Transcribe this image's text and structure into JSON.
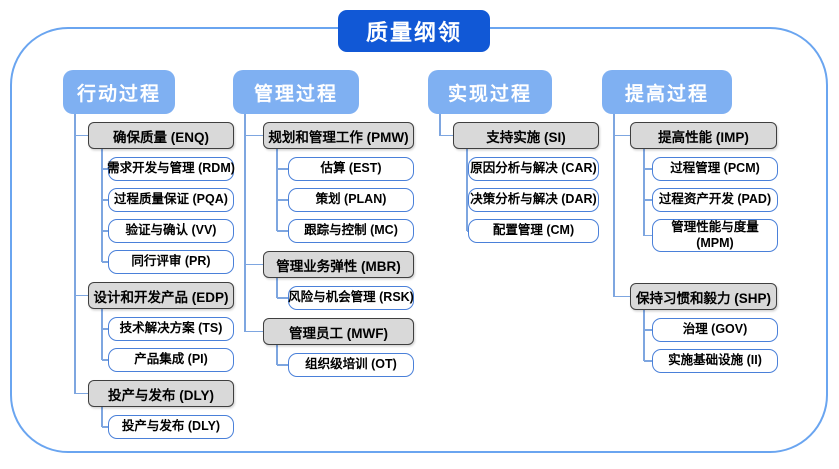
{
  "title": "质量纲领",
  "columns": [
    {
      "id": "action",
      "header": "行动过程",
      "groups": [
        {
          "parent": "确保质量 (ENQ)",
          "children": [
            "需求开发与管理 (RDM)",
            "过程质量保证 (PQA)",
            "验证与确认 (VV)",
            "同行评审 (PR)"
          ]
        },
        {
          "parent": "设计和开发产品 (EDP)",
          "children": [
            "技术解决方案 (TS)",
            "产品集成 (PI)"
          ]
        },
        {
          "parent": "投产与发布 (DLY)",
          "children": [
            "投产与发布 (DLY)"
          ]
        }
      ]
    },
    {
      "id": "management",
      "header": "管理过程",
      "groups": [
        {
          "parent": "规划和管理工作 (PMW)",
          "children": [
            "估算 (EST)",
            "策划 (PLAN)",
            "跟踪与控制 (MC)"
          ]
        },
        {
          "parent": "管理业务弹性 (MBR)",
          "children": [
            "风险与机会管理 (RSK)"
          ]
        },
        {
          "parent": "管理员工 (MWF)",
          "children": [
            "组织级培训 (OT)"
          ]
        }
      ]
    },
    {
      "id": "realization",
      "header": "实现过程",
      "groups": [
        {
          "parent": "支持实施 (SI)",
          "children": [
            "原因分析与解决 (CAR)",
            "决策分析与解决 (DAR)",
            "配置管理 (CM)"
          ]
        }
      ]
    },
    {
      "id": "improvement",
      "header": "提高过程",
      "groups": [
        {
          "parent": "提高性能 (IMP)",
          "children": [
            "过程管理 (PCM)",
            "过程资产开发 (PAD)",
            "管理性能与度量\n(MPM)"
          ]
        },
        {
          "parent": "保持习惯和毅力 (SHP)",
          "children": [
            "治理 (GOV)",
            "实施基础设施 (II)"
          ]
        }
      ]
    }
  ],
  "colors": {
    "title_bg": "#1158d6",
    "header_bg": "#7fb0f2",
    "parent_bg": "#d9d9d9",
    "parent_border": "#3f3f3f",
    "child_border": "#4a80d9",
    "connector": "#7ea6e0",
    "frame_border": "#6aa5f0"
  }
}
